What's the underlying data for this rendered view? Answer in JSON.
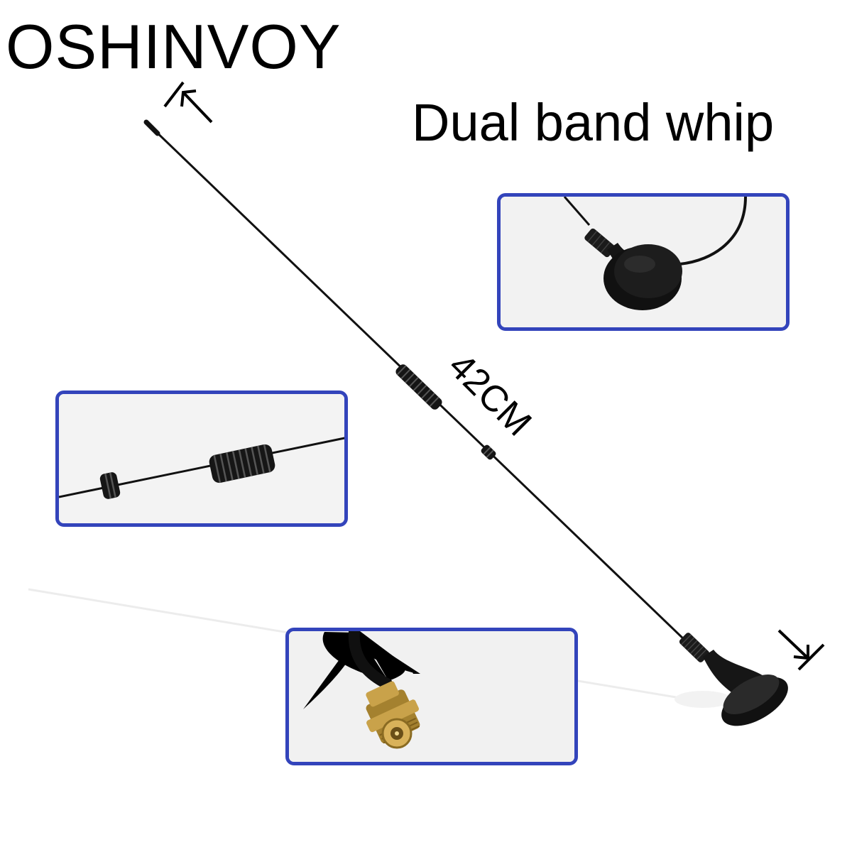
{
  "brand": "OSHINVOY",
  "headline": "Dual band whip",
  "dimension_label": "42CM",
  "colors": {
    "inset_border": "#3344bb",
    "antenna": "#111111",
    "connector_gold": "#c9a24a"
  },
  "insets": {
    "magnetic_base": "magnetic-base-closeup",
    "coil": "loading-coil-closeup",
    "connector": "sma-connector-closeup"
  }
}
